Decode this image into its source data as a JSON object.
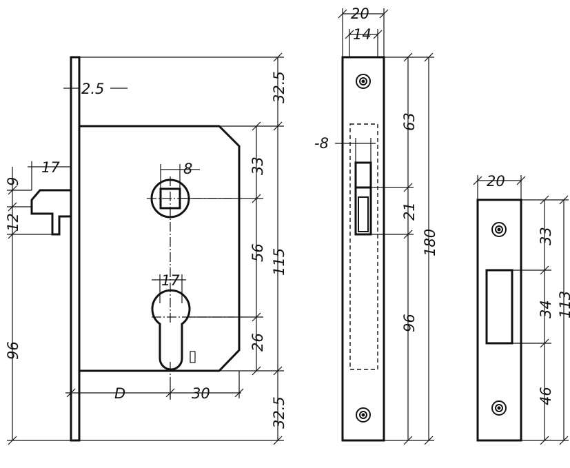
{
  "labels": {
    "front_plate_thickness": "2.5",
    "top_margin": "32.5",
    "spindle_offset": "33",
    "spindle_square": "8",
    "spindle_to_cylinder": "56",
    "case_height": "115",
    "cylinder_width": "17",
    "cylinder_drop": "26",
    "bottom_margin": "32.5",
    "backset": "D",
    "case_back": "30",
    "latch_length": "17",
    "latch_top": "9",
    "latch_height": "12",
    "latch_from_bottom": "96",
    "face_width": "20",
    "face_inner_width": "14",
    "latch_slot_width": "8",
    "screw_to_latch": "63",
    "latch_slot_height": "21",
    "face_height": "180",
    "latch_to_bottom": "96",
    "strike_width": "20",
    "strike_top": "33",
    "strike_opening": "34",
    "strike_bottom": "46",
    "strike_height": "113"
  }
}
